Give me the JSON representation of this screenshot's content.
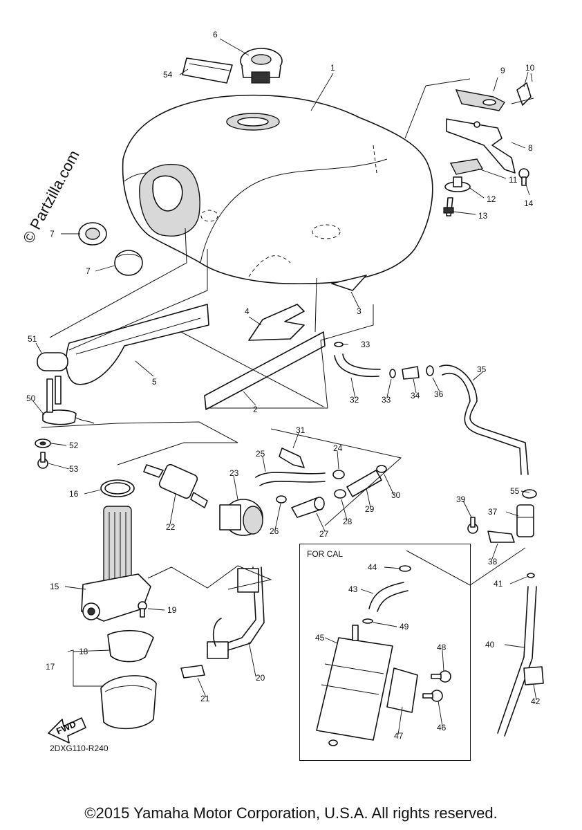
{
  "watermark": "© Partzilla.com",
  "diagram_code": "2DXG110-R240",
  "copyright": "©2015 Yamaha Motor Corporation, U.S.A. All rights reserved.",
  "inset_label": "FOR CAL",
  "fwd_label": "FWD",
  "callouts": {
    "c1": "1",
    "c2": "2",
    "c3": "3",
    "c4": "4",
    "c5": "5",
    "c6": "6",
    "c7a": "7",
    "c7b": "7",
    "c8": "8",
    "c9": "9",
    "c10": "10",
    "c11": "11",
    "c12": "12",
    "c13": "13",
    "c14": "14",
    "c15": "15",
    "c16": "16",
    "c17": "17",
    "c18": "18",
    "c19": "19",
    "c20": "20",
    "c21": "21",
    "c22": "22",
    "c23": "23",
    "c24": "24",
    "c25": "25",
    "c26": "26",
    "c27": "27",
    "c28": "28",
    "c29": "29",
    "c30": "30",
    "c31": "31",
    "c32": "32",
    "c33a": "33",
    "c33b": "33",
    "c34": "34",
    "c35": "35",
    "c36": "36",
    "c37": "37",
    "c38": "38",
    "c39": "39",
    "c40": "40",
    "c41": "41",
    "c42": "42",
    "c43": "43",
    "c44": "44",
    "c45": "45",
    "c46": "46",
    "c47": "47",
    "c48": "48",
    "c49": "49",
    "c50": "50",
    "c51": "51",
    "c52": "52",
    "c53": "53",
    "c54": "54",
    "c55": "55"
  }
}
